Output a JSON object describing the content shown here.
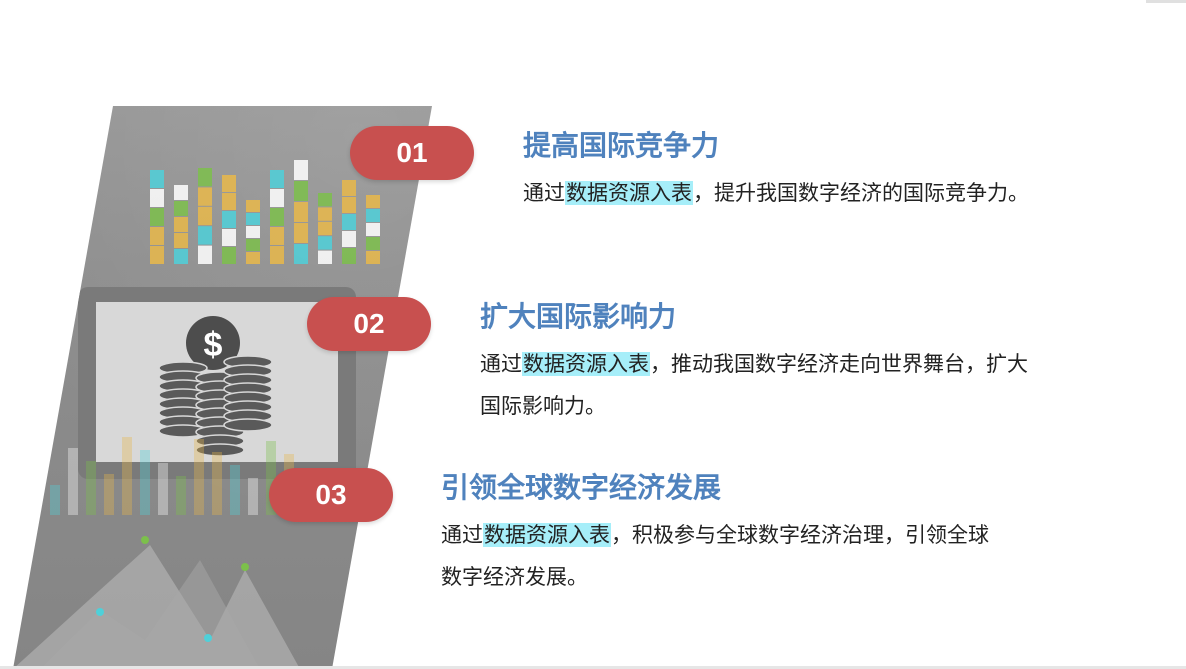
{
  "items": [
    {
      "number": "01",
      "title": "提高国际竞争力",
      "desc_pre": "通过",
      "desc_highlight": "数据资源入表",
      "desc_post": "，提升我国数字经济的国际竞争力。",
      "desc_line2": ""
    },
    {
      "number": "02",
      "title": "扩大国际影响力",
      "desc_pre": "通过",
      "desc_highlight": "数据资源入表",
      "desc_post": "，推动我国数字经济走向世界舞台，扩大",
      "desc_line2": "国际影响力。"
    },
    {
      "number": "03",
      "title": "引领全球数字经济发展",
      "desc_pre": "通过",
      "desc_highlight": "数据资源入表",
      "desc_post": "，积极参与全球数字经济治理，引领全球",
      "desc_line2": "数字经济发展。"
    }
  ],
  "colors": {
    "pill": "#c8504f",
    "heading": "#4f82bd",
    "highlight": "#a6eef9"
  },
  "decor": {
    "image_icons": [
      "bar-chart-icon",
      "laptop-icon",
      "dollar-coin-icon",
      "coin-stack-icon"
    ]
  }
}
